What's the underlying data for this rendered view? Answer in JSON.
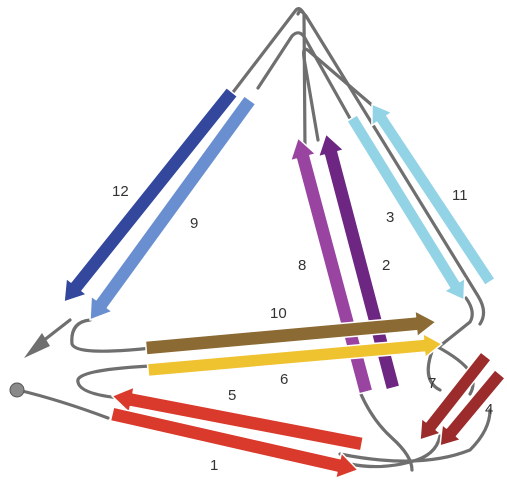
{
  "colors": {
    "background": "#ffffff",
    "loop": "#6f6f6f",
    "strand_1": "#d93a2b",
    "strand_2": "#6e2683",
    "strand_3": "#93d3e6",
    "strand_4": "#9c2b2b",
    "strand_5": "#d93a2b",
    "strand_6": "#efc230",
    "strand_7": "#9c2b2b",
    "strand_8": "#9a44a2",
    "strand_9": "#6a8fd0",
    "strand_10": "#8b6a33",
    "strand_11": "#93d3e6",
    "strand_12": "#33479c"
  },
  "labels": {
    "s1": "1",
    "s2": "2",
    "s3": "3",
    "s4": "4",
    "s5": "5",
    "s6": "6",
    "s7": "7",
    "s8": "8",
    "s9": "9",
    "s10": "10",
    "s11": "11",
    "s12": "12"
  }
}
